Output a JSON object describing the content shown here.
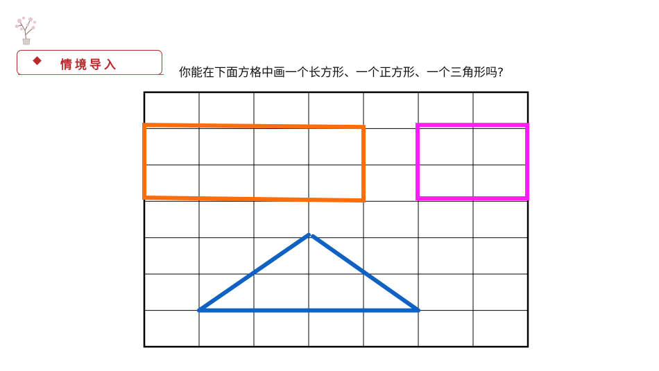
{
  "section_title": "情境导入",
  "question": "你能在下面方格中画一个长方形、一个正方形、一个三角形吗?",
  "icons": {
    "section_bullet": "diamond-icon",
    "decoration": "plum-blossom-vase-icon"
  },
  "grid": {
    "columns": 7,
    "rows": 7,
    "line_color": "#000000"
  },
  "shapes": {
    "rectangle": {
      "color": "#ff6c0a",
      "width_units": 4,
      "height_units": 2
    },
    "square": {
      "color": "#ff1ef5",
      "width_units": 2,
      "height_units": 2
    },
    "triangle": {
      "color": "#0f62c2",
      "base_units": 4,
      "height_units": 2
    }
  },
  "colors": {
    "accent": "#b8282c"
  }
}
